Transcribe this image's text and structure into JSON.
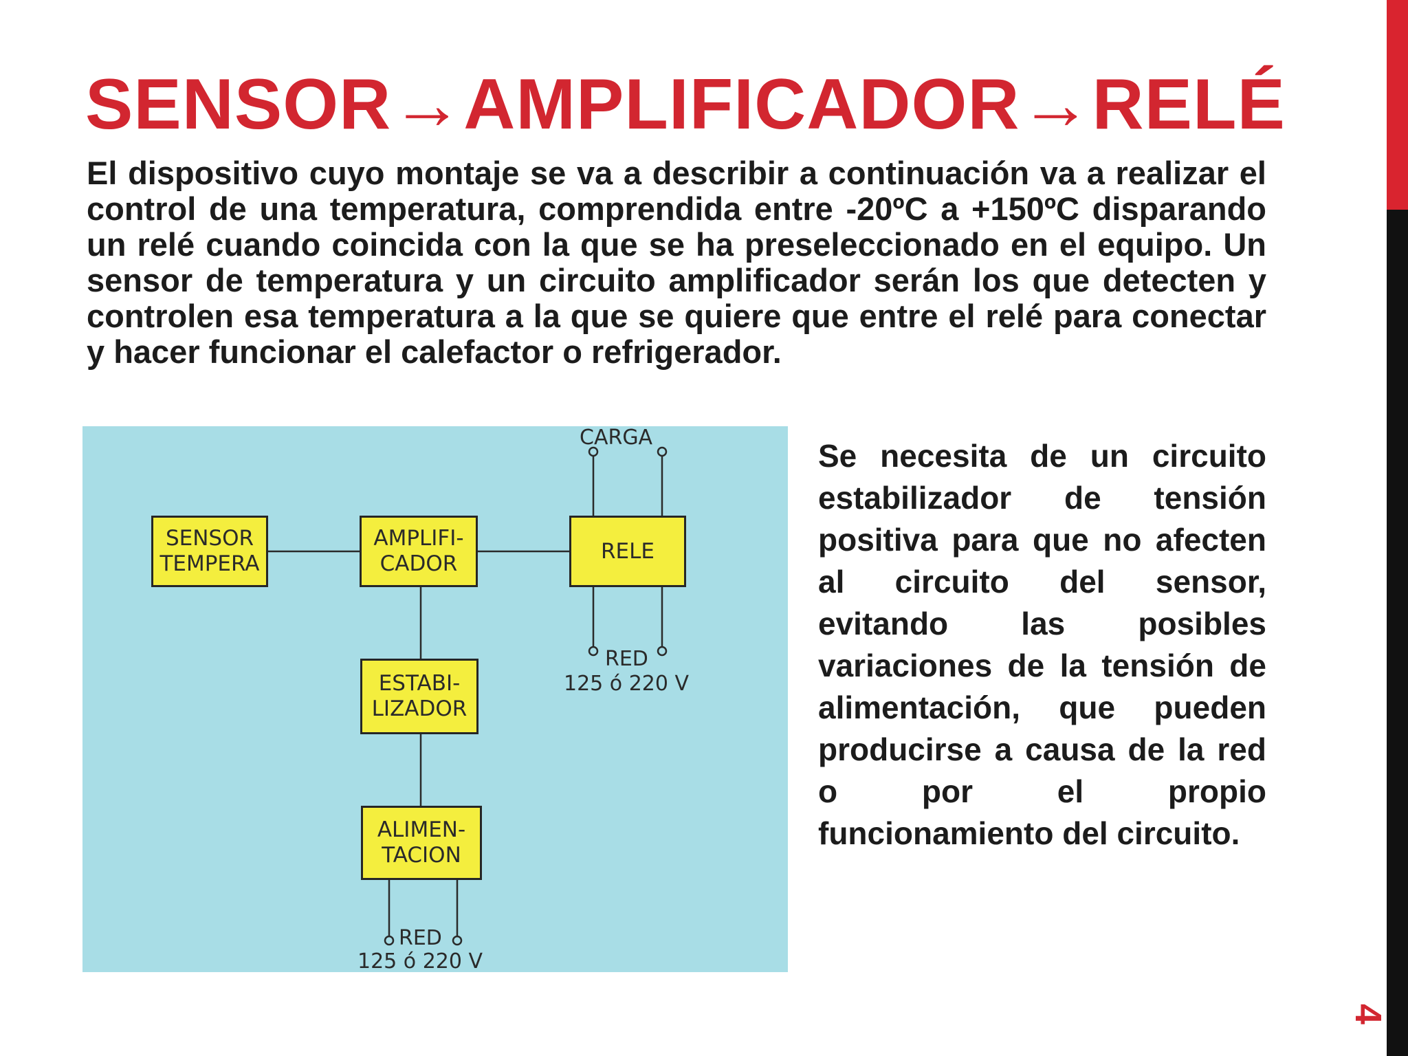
{
  "slide": {
    "title": "SENSOR→AMPLIFICADOR→RELÉ",
    "intro_text": "El dispositivo cuyo montaje se va a describir a continuación va a realizar el control de una temperatura, comprendida entre -20ºC a +150ºC disparando un relé cuando coincida con la que se ha preseleccionado en el equipo. Un sensor de temperatura y un circuito amplificador serán los que detecten y controlen esa temperatura a la que se quiere que entre el relé para conectar y hacer funcionar el calefactor o refrigerador.",
    "side_text": "Se necesita de un circuito estabilizador de tensión positiva para que no afecten al circuito del sensor, evitando las posibles variaciones de la tensión de alimentación, que pueden producirse a causa de la red o por el propio funcionamiento del circuito.",
    "page_number": "4"
  },
  "diagram": {
    "boxes": {
      "sensor": "SENSOR\nTEMPERA",
      "amplificador": "AMPLIFI-\nCADOR",
      "rele": "RELE",
      "estabilizador": "ESTABI-\nLIZADOR",
      "alimentacion": "ALIMEN-\nTACION"
    },
    "labels": {
      "carga": "CARGA",
      "red_rele": "RED",
      "voltage_rele": "125 ó 220 V",
      "red_bottom": "RED",
      "voltage_bottom": "125 ó 220 V"
    }
  },
  "colors": {
    "title_red": "#d22630",
    "diagram_background": "#a8dde6",
    "box_yellow": "#f4ee3e",
    "accent_bar_red": "#d9242f",
    "accent_bar_black": "#111111"
  }
}
